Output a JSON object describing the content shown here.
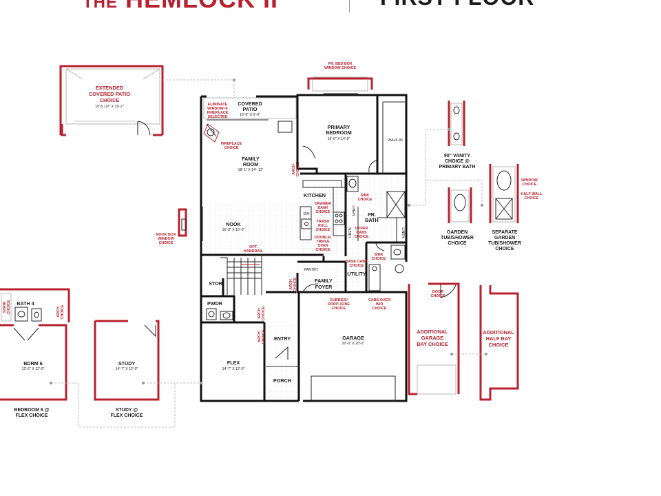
{
  "header": {
    "title_prefix": "THE",
    "title_main": "HEMLOCK II",
    "floor": "FIRST FLOOR"
  },
  "rooms": {
    "covered_patio": "COVERED PATIO",
    "covered_patio_dim": "18'-6\" X 5'-0\"",
    "family_room": "FAMILY ROOM",
    "family_room_dim": "18'-1\" X 14'- 11\"",
    "primary_bedroom": "PRIMARY BEDROOM",
    "primary_bedroom_dim": "15'-0\" X 14'-9\"",
    "walk_in": "WALK-IN",
    "kitchen": "KITCHEN",
    "dw": "DW",
    "nook": "NOOK",
    "nook_dim": "15'-8\" X 10'-0\"",
    "pr_bath": "PR. BATH",
    "linen_1": "LINEN",
    "linen_2": "LINEN",
    "linen_3": "LINEN",
    "stor": "STOR.",
    "pantry": "PANTRY",
    "utility": "UTILITY",
    "family_foyer": "FAMILY FOYER",
    "pwdr": "PWDR",
    "garage": "GARAGE",
    "garage_dim": "20'-0\" X 20'-0\"",
    "entry": "ENTRY",
    "flex": "FLEX",
    "flex_dim": "14'-7\" X 12'-0\"",
    "porch": "PORCH",
    "bath4": "BATH 4",
    "bdrm6": "BDRM 6",
    "bdrm6_dim": "12'-6\" X 12'-0\"",
    "study": "STUDY",
    "study_dim": "14'-7\" X 12'-0\""
  },
  "options": {
    "extended_patio": "EXTENDED COVERED PATIO CHOICE",
    "extended_patio_dim": "10'-5 1/2\" X 19'-2\"",
    "eliminate_window": "ELIMINATE WINDOW IF FIREPLACE SELECTED",
    "fireplace": "FIREPLACE CHOICE",
    "arch_choice_1": "ARCH CHOICE",
    "arch_choice_2": "ARCH CHOICE",
    "arch_choice_3": "ARCH CHOICE",
    "arch_choice_4": "ARCH CHOICE",
    "arch_choice_5": "ARCH CHOICE",
    "pr_bed_box": "PR. BED BOX WINDOW CHOICE",
    "drawer_bank": "DRAWER BANK CHOICE",
    "trash_pull": "TRASH PULL CHOICE",
    "double_oven": "DOUBLE/ TRIPLE OVEN CHOICE",
    "sink_choice_1": "SINK CHOICE",
    "sink_choice_2": "SINK CHOICE",
    "upper_cabs": "UPPER CABS CHOICE",
    "opt_handrail": "OPT. HANDRAIL",
    "base_cabs": "BASE CABS CHOICE",
    "cubbies": "CUBBIES/ DROP ZONE CHOICE",
    "cabs_over": "CABS OVER W/D CHOICE",
    "nook_box": "NOOK BOX WINDOW CHOICE",
    "door_choice": "DOOR CHOICE",
    "window_choice": "WINDOW CHOICE",
    "half_wall": "HALF WALL CHOICE",
    "add_garage_bay": "ADDITIONAL GARAGE BAY CHOICE",
    "add_half_bay": "ADDITIONAL HALF BAY CHOICE",
    "sshr_choice": "S/SHR CHOICE"
  },
  "captions": {
    "vanity": "90\" VANITY CHOICE @ PRIMARY BATH",
    "garden_tub": "GARDEN TUB/SHOWER CHOICE",
    "separate_tub": "SEPARATE GARDEN TUB/SHOWER CHOICE",
    "bedroom6_flex": "BEDROOM 6 @ FLEX CHOICE",
    "study_flex": "STUDY @ FLEX CHOICE"
  },
  "colors": {
    "accent": "#b8202e",
    "wall": "#111111",
    "text": "#1a1a1a"
  }
}
